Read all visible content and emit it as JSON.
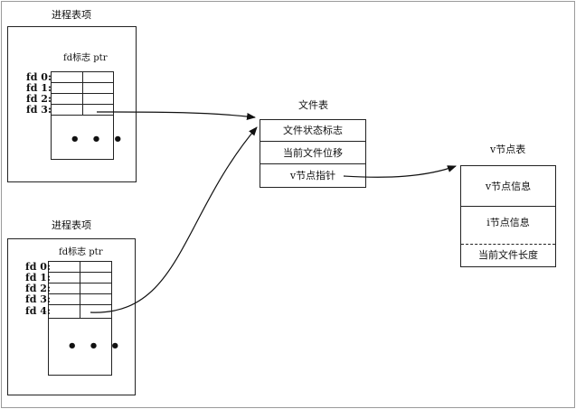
{
  "process_tables": [
    {
      "title": "进程表项",
      "header": "fd标志 ptr",
      "fds": [
        "fd 0:",
        "fd 1:",
        "fd 2:",
        "fd 3:"
      ],
      "ellipsis": "• • •"
    },
    {
      "title": "进程表项",
      "header": "fd标志 ptr",
      "fds": [
        "fd 0:",
        "fd 1:",
        "fd 2:",
        "fd 3:",
        "fd 4:"
      ],
      "ellipsis": "• • •"
    }
  ],
  "file_table": {
    "title": "文件表",
    "rows": [
      "文件状态标志",
      "当前文件位移",
      "v节点指针"
    ]
  },
  "vnode_table": {
    "title": "v节点表",
    "rows": [
      "v节点信息",
      "i节点信息",
      "当前文件长度"
    ]
  }
}
